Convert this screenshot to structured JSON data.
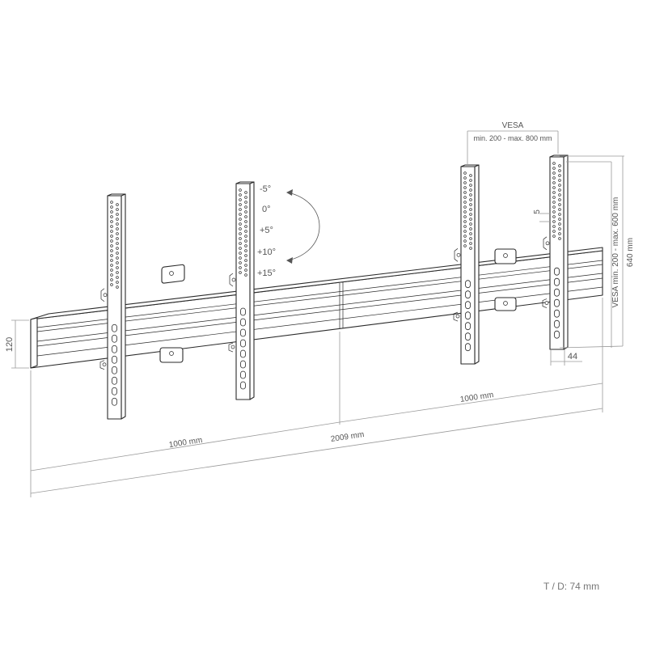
{
  "dimensions": {
    "vesa_title": "VESA",
    "vesa_horizontal": "min. 200 - max. 800 mm",
    "vesa_vertical": "VESA min. 200 - max. 600 mm",
    "bracket_height": "640 mm",
    "bracket_width": "44",
    "rail_height": "120",
    "tilt_step": "5",
    "segment_left": "1000 mm",
    "segment_right": "1000 mm",
    "total_length": "2009 mm"
  },
  "tilt_angles": [
    "-5°",
    "0°",
    "+5°",
    "+10°",
    "+15°"
  ],
  "footer": {
    "depth": "T / D: 74 mm"
  },
  "colors": {
    "line": "#2a2a2a",
    "dimension": "#9a9a9a",
    "text": "#555555"
  }
}
